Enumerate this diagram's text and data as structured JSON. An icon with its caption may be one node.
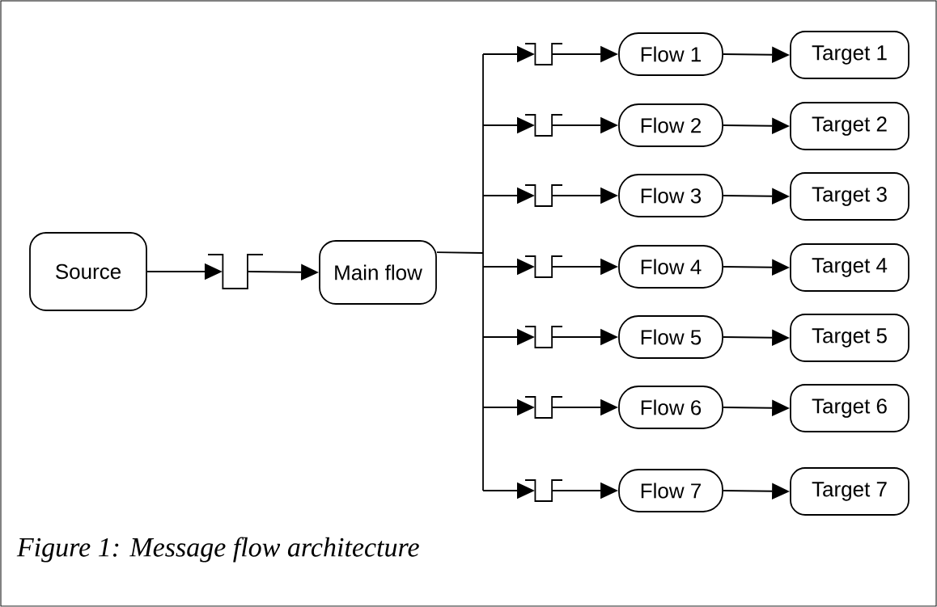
{
  "diagram": {
    "caption": "Figure 1: Message flow architecture",
    "nodes": [
      {
        "text": [
          "Source"
        ]
      },
      {
        "text": [],
        "shape": "pulse"
      },
      {
        "text": [
          "Main flow"
        ]
      },
      {
        "text": [],
        "shape": "pulse"
      },
      {
        "text": [
          "Flow 1"
        ]
      },
      {
        "text": [
          "Target 1"
        ]
      },
      {
        "text": [],
        "shape": "pulse"
      },
      {
        "text": [
          "Flow 2"
        ]
      },
      {
        "text": [
          "Target 2"
        ]
      },
      {
        "text": [],
        "shape": "pulse"
      },
      {
        "text": [
          "Flow 3"
        ]
      },
      {
        "text": [
          "Target 3"
        ]
      },
      {
        "text": [],
        "shape": "pulse"
      },
      {
        "text": [
          "Flow 4"
        ]
      },
      {
        "text": [
          "Target 4"
        ]
      },
      {
        "text": [],
        "shape": "pulse"
      },
      {
        "text": [
          "Flow 5"
        ]
      },
      {
        "text": [
          "Target 5"
        ]
      },
      {
        "text": [],
        "shape": "pulse"
      },
      {
        "text": [
          "Flow 6"
        ]
      },
      {
        "text": [
          "Target 6"
        ]
      },
      {
        "text": [],
        "shape": "pulse"
      },
      {
        "text": [
          "Flow 7"
        ]
      },
      {
        "text": [
          "Target 7"
        ]
      }
    ],
    "edges": [
      {
        "from": 0,
        "to": 1,
        "arrow": "to"
      },
      {
        "from": 1,
        "to": 2,
        "arrow": "to"
      },
      {
        "from": 2,
        "to": 3,
        "arrow": "to"
      },
      {
        "from": 3,
        "to": 4,
        "arrow": "to"
      },
      {
        "from": 4,
        "to": 5,
        "arrow": "to"
      },
      {
        "from": 2,
        "to": 6,
        "arrow": "to"
      },
      {
        "from": 6,
        "to": 7,
        "arrow": "to"
      },
      {
        "from": 7,
        "to": 8,
        "arrow": "to"
      },
      {
        "from": 2,
        "to": 9,
        "arrow": "to"
      },
      {
        "from": 9,
        "to": 10,
        "arrow": "to"
      },
      {
        "from": 10,
        "to": 11,
        "arrow": "to"
      },
      {
        "from": 2,
        "to": 12,
        "arrow": "to"
      },
      {
        "from": 12,
        "to": 13,
        "arrow": "to"
      },
      {
        "from": 13,
        "to": 14,
        "arrow": "to"
      },
      {
        "from": 2,
        "to": 15,
        "arrow": "to"
      },
      {
        "from": 15,
        "to": 16,
        "arrow": "to"
      },
      {
        "from": 16,
        "to": 17,
        "arrow": "to"
      },
      {
        "from": 2,
        "to": 18,
        "arrow": "to"
      },
      {
        "from": 18,
        "to": 19,
        "arrow": "to"
      },
      {
        "from": 19,
        "to": 20,
        "arrow": "to"
      },
      {
        "from": 2,
        "to": 21,
        "arrow": "to"
      },
      {
        "from": 21,
        "to": 22,
        "arrow": "to"
      },
      {
        "from": 22,
        "to": 23,
        "arrow": "to"
      }
    ]
  }
}
